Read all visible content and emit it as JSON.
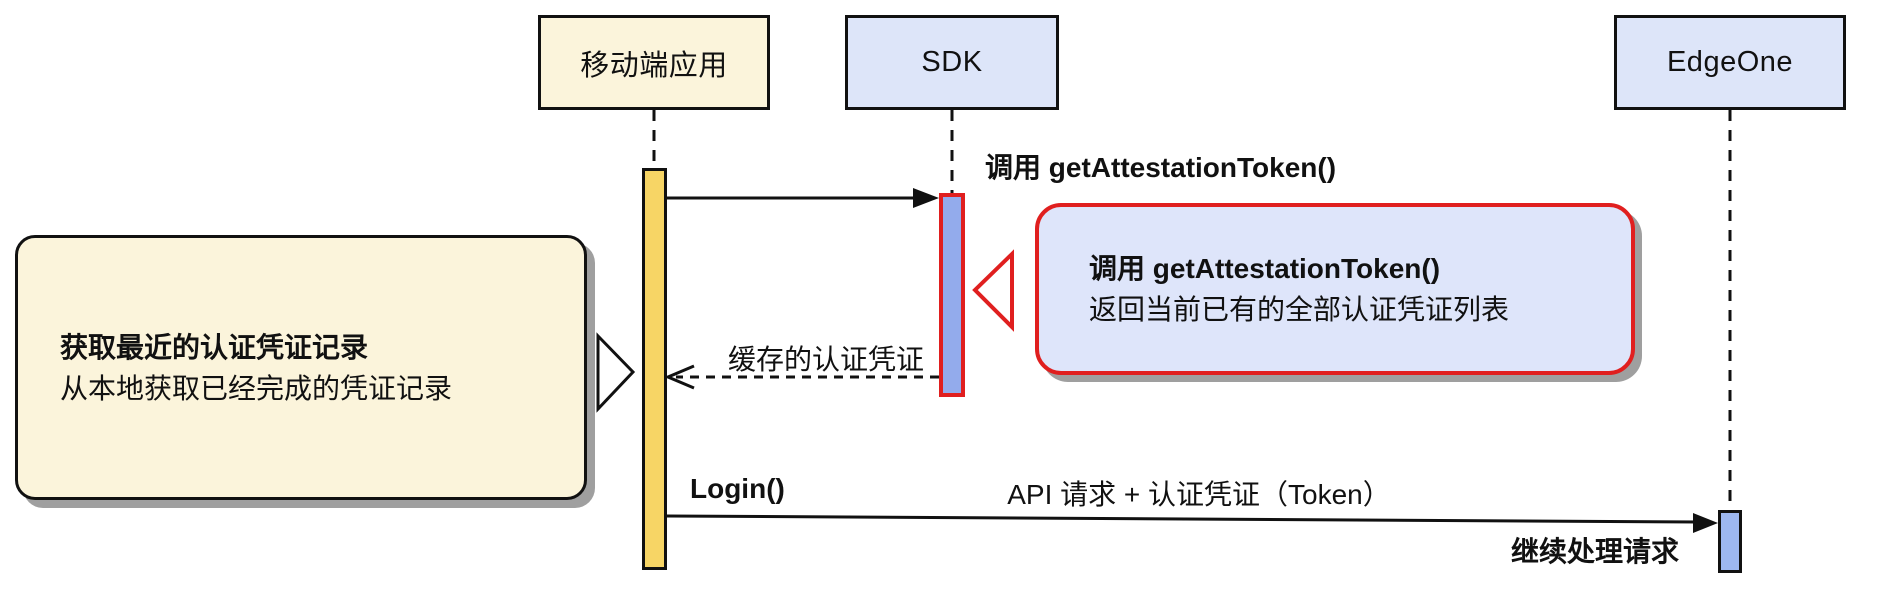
{
  "diagram": {
    "type": "sequence-diagram",
    "actors": [
      {
        "id": "mobile-app",
        "name": "移动端应用"
      },
      {
        "id": "sdk",
        "name": "SDK"
      },
      {
        "id": "edgeone",
        "name": "EdgeOne"
      }
    ],
    "messages": [
      {
        "id": "call-token",
        "label": "调用 getAttestationToken()",
        "from": "移动端应用",
        "to": "SDK",
        "line": "solid"
      },
      {
        "id": "cached-credential",
        "label": "缓存的认证凭证",
        "from": "SDK",
        "to": "移动端应用",
        "line": "dashed"
      },
      {
        "id": "login",
        "label": "Login()",
        "from": "移动端应用",
        "to": "EdgeOne",
        "line": "solid"
      },
      {
        "id": "api-request",
        "label": "API 请求 + 认证凭证（Token）",
        "from": "移动端应用",
        "to": "EdgeOne",
        "line": "solid"
      },
      {
        "id": "continue-processing",
        "label": "继续处理请求",
        "at": "EdgeOne"
      }
    ],
    "notes": [
      {
        "id": "local-records-note",
        "title": "获取最近的认证凭证记录",
        "body": "从本地获取已经完成的凭证记录",
        "points_to": "移动端应用"
      },
      {
        "id": "sdk-return-note",
        "title": "调用 getAttestationToken()",
        "body": "返回当前已有的全部认证凭证列表",
        "points_to": "SDK"
      }
    ],
    "colors": {
      "actor_mobile_bg": "#FBF4DB",
      "actor_service_bg": "#DDE5F9",
      "activation_mobile": "#F7D565",
      "activation_sdk": "#93ABEC",
      "activation_edgeone": "#9DB7F0",
      "highlight_red": "#E01F1F",
      "note_left_bg": "#FBF4DB",
      "note_sdk_bg": "#DEE5FA",
      "line_black": "#111111",
      "shadow_gray": "#9F9F9F"
    }
  }
}
